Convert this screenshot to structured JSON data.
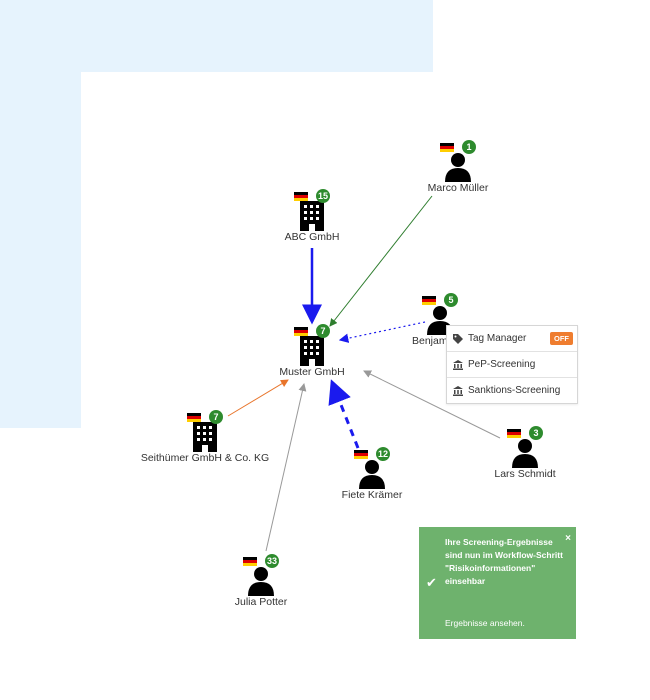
{
  "nodes": [
    {
      "id": "marco",
      "label": "Marco Müller",
      "type": "person",
      "badge": "1"
    },
    {
      "id": "abc",
      "label": "ABC GmbH",
      "type": "company",
      "badge": "15"
    },
    {
      "id": "benjamin",
      "label": "Benjam",
      "type": "person",
      "badge": "5"
    },
    {
      "id": "muster",
      "label": "Muster GmbH",
      "type": "company",
      "badge": "7"
    },
    {
      "id": "seithuemer",
      "label": "Seithümer GmbH & Co. KG",
      "type": "company",
      "badge": "7"
    },
    {
      "id": "fiete",
      "label": "Fiete Krämer",
      "type": "person",
      "badge": "12"
    },
    {
      "id": "lars",
      "label": "Lars Schmidt",
      "type": "person",
      "badge": "3"
    },
    {
      "id": "julia",
      "label": "Julia Potter",
      "type": "person",
      "badge": "33"
    }
  ],
  "edges": [
    {
      "from": "marco",
      "to": "muster",
      "color": "#2e7d2e",
      "style": "solid"
    },
    {
      "from": "abc",
      "to": "muster",
      "color": "#1a1aee",
      "style": "thick"
    },
    {
      "from": "benjamin",
      "to": "muster",
      "color": "#1a1aee",
      "style": "dotted"
    },
    {
      "from": "seithuemer",
      "to": "muster",
      "color": "#e8742a",
      "style": "solid"
    },
    {
      "from": "fiete",
      "to": "muster",
      "color": "#1a1aee",
      "style": "dashed"
    },
    {
      "from": "lars",
      "to": "muster",
      "color": "#999999",
      "style": "solid"
    },
    {
      "from": "julia",
      "to": "muster",
      "color": "#999999",
      "style": "solid"
    }
  ],
  "colors": {
    "badge": "#2e8b2e",
    "flag": [
      "#000000",
      "#dd0000",
      "#ffce00"
    ],
    "toast": "#6eb26d",
    "toggle": "#ef7d2f"
  },
  "context_menu": {
    "items": [
      {
        "label": "Tag Manager",
        "icon": "tag-icon",
        "toggle": "OFF"
      },
      {
        "label": "PeP-Screening",
        "icon": "bank-icon"
      },
      {
        "label": "Sanktions-Screening",
        "icon": "bank-icon"
      }
    ]
  },
  "toast": {
    "message": "Ihre Screening-Ergebnisse sind nun im Workflow-Schritt \"Risikoinformationen\" einsehbar",
    "link": "Ergebnisse ansehen.",
    "close": "×",
    "check": "✔"
  }
}
